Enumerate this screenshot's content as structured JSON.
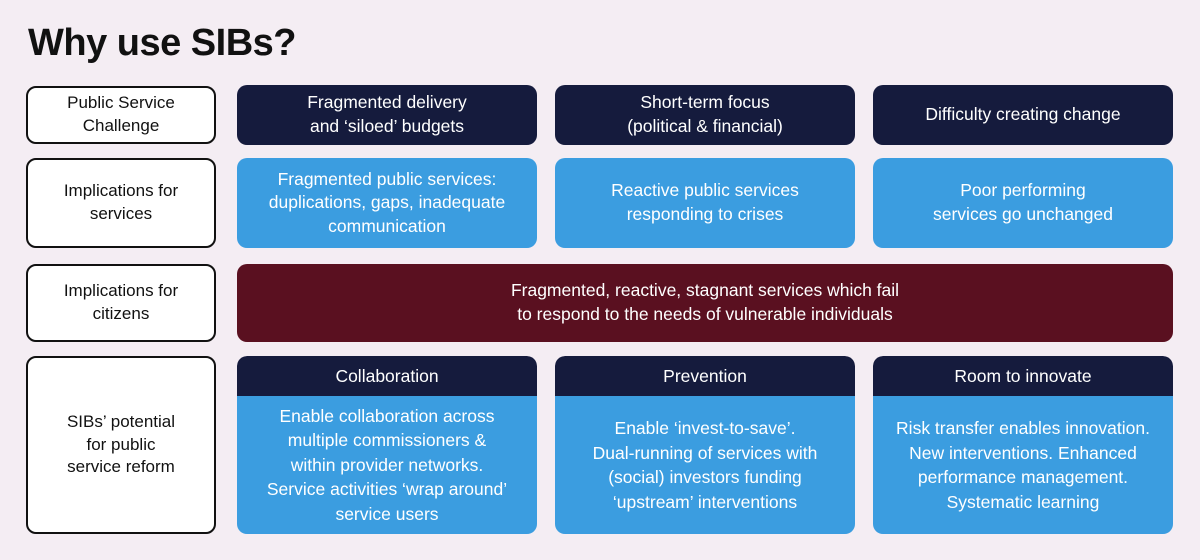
{
  "title": "Why use SIBs?",
  "rows": [
    {
      "label": "Public Service\nChallenge",
      "cells": [
        "Fragmented delivery\nand ‘siloed’ budgets",
        "Short-term focus\n(political & financial)",
        "Difficulty creating change"
      ]
    },
    {
      "label": "Implications for\nservices",
      "cells": [
        "Fragmented public services:\nduplications, gaps, inadequate\ncommunication",
        "Reactive public services\nresponding to crises",
        "Poor performing\nservices go unchanged"
      ]
    },
    {
      "label": "Implications for\ncitizens",
      "cells": [
        "Fragmented, reactive, stagnant services which fail\nto respond to the needs of vulnerable individuals"
      ]
    },
    {
      "label": "SIBs’ potential\nfor public\nservice reform",
      "cells": [
        {
          "heading": "Collaboration",
          "text": "Enable collaboration across\nmultiple commissioners &\nwithin provider networks.\nService activities ‘wrap around’\nservice users"
        },
        {
          "heading": "Prevention",
          "text": "Enable ‘invest-to-save’.\nDual-running of services with\n(social) investors funding\n‘upstream’ interventions"
        },
        {
          "heading": "Room to innovate",
          "text": "Risk transfer enables innovation.\nNew interventions. Enhanced\nperformance management.\nSystematic learning"
        }
      ]
    }
  ]
}
